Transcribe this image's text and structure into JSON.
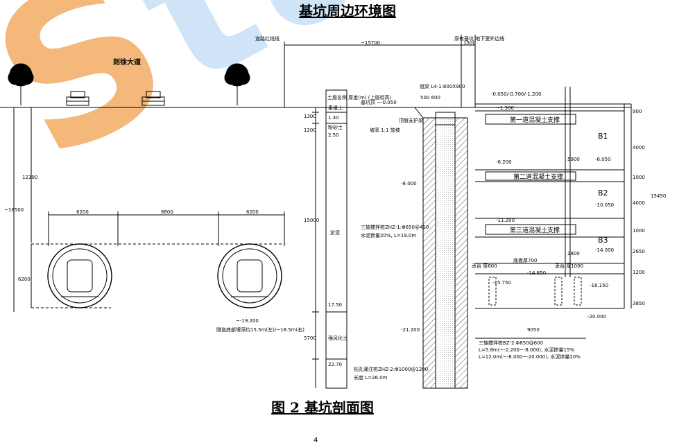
{
  "title": "基坑周边环境图",
  "caption": "图 2  基坑剖面图",
  "page_number": "4",
  "road_name": "则徐大道",
  "top_labels": {
    "red_line": "道路红线线",
    "wall_label": "原有基坑 地下室外边线",
    "width_15700": "~15700",
    "width_1500": "1500"
  },
  "tunnel_dims": {
    "spacing_left": "6200",
    "spacing_mid": "8800",
    "spacing_right": "6200",
    "height_6200": "6200",
    "depth_18500": "~18500",
    "depth_12300": "12300"
  },
  "tunnel_bottom": "~-19.200",
  "tunnel_note": "隧道底部埋深约15.5m(左)/~18.5m(右)",
  "strata": [
    "1300",
    "1200",
    "15000",
    "5700"
  ],
  "strata_labels": [
    "素填土",
    "粉砂土",
    "淤泥",
    "强风化土"
  ],
  "strata_elev": [
    "1.30",
    "2.50",
    "17.50",
    "22.70"
  ],
  "strata_header": "土层名称 厚度(m) (上层标高)",
  "elevations": {
    "e1": "-0.050/-0.700/-1.200",
    "e2": "~1.300",
    "e3": "-6.200",
    "e4": "-6.050",
    "e5": "-8.000",
    "e6": "-10.050",
    "e7": "-11.200",
    "e8": "-14.000",
    "e9": "-15.750",
    "e10": "-14.850",
    "e11": "-16.150",
    "e12": "-20.000",
    "e13": "-21.200"
  },
  "supports": [
    "第一道混凝土支撑",
    "第二道混凝土支撑",
    "第三道混凝土支撑"
  ],
  "levels": [
    "B1",
    "B2",
    "B3"
  ],
  "right_dims": [
    "900",
    "4000",
    "1000",
    "4000",
    "1000",
    "2650",
    "1200",
    "3850",
    "5900",
    "15450",
    "2800"
  ],
  "pile_labels": {
    "crown_beam": "冠梁 L4-1:800X900",
    "size_500": "500 600",
    "excav_top": "基坑顶 ~-0.050",
    "slope": "坡率 1:1 放坡",
    "top_beam": "顶层支护梁",
    "pile1": "三轴搅拌桩ZHZ-1:Φ650@450",
    "pile1b": "水泥掺量20%, L=19.0m",
    "pile2": "钻孔灌注桩ZHZ-2:Φ1000@1200",
    "pile2b": "长度 L=26.0m",
    "pile3a": "三轴搅拌桩BZ-2:Φ850@600",
    "pile3b": "L=5.8m(~-2.200~-8.000), 水泥掺量15%",
    "pile3c": "L=12.0m(~-8.000~-20.000), 水泥掺量20%",
    "width_9050": "9050",
    "platform_600": "承台 厚600",
    "platform_700": "底板厚700",
    "platform_1000": "承台 厚1000"
  }
}
